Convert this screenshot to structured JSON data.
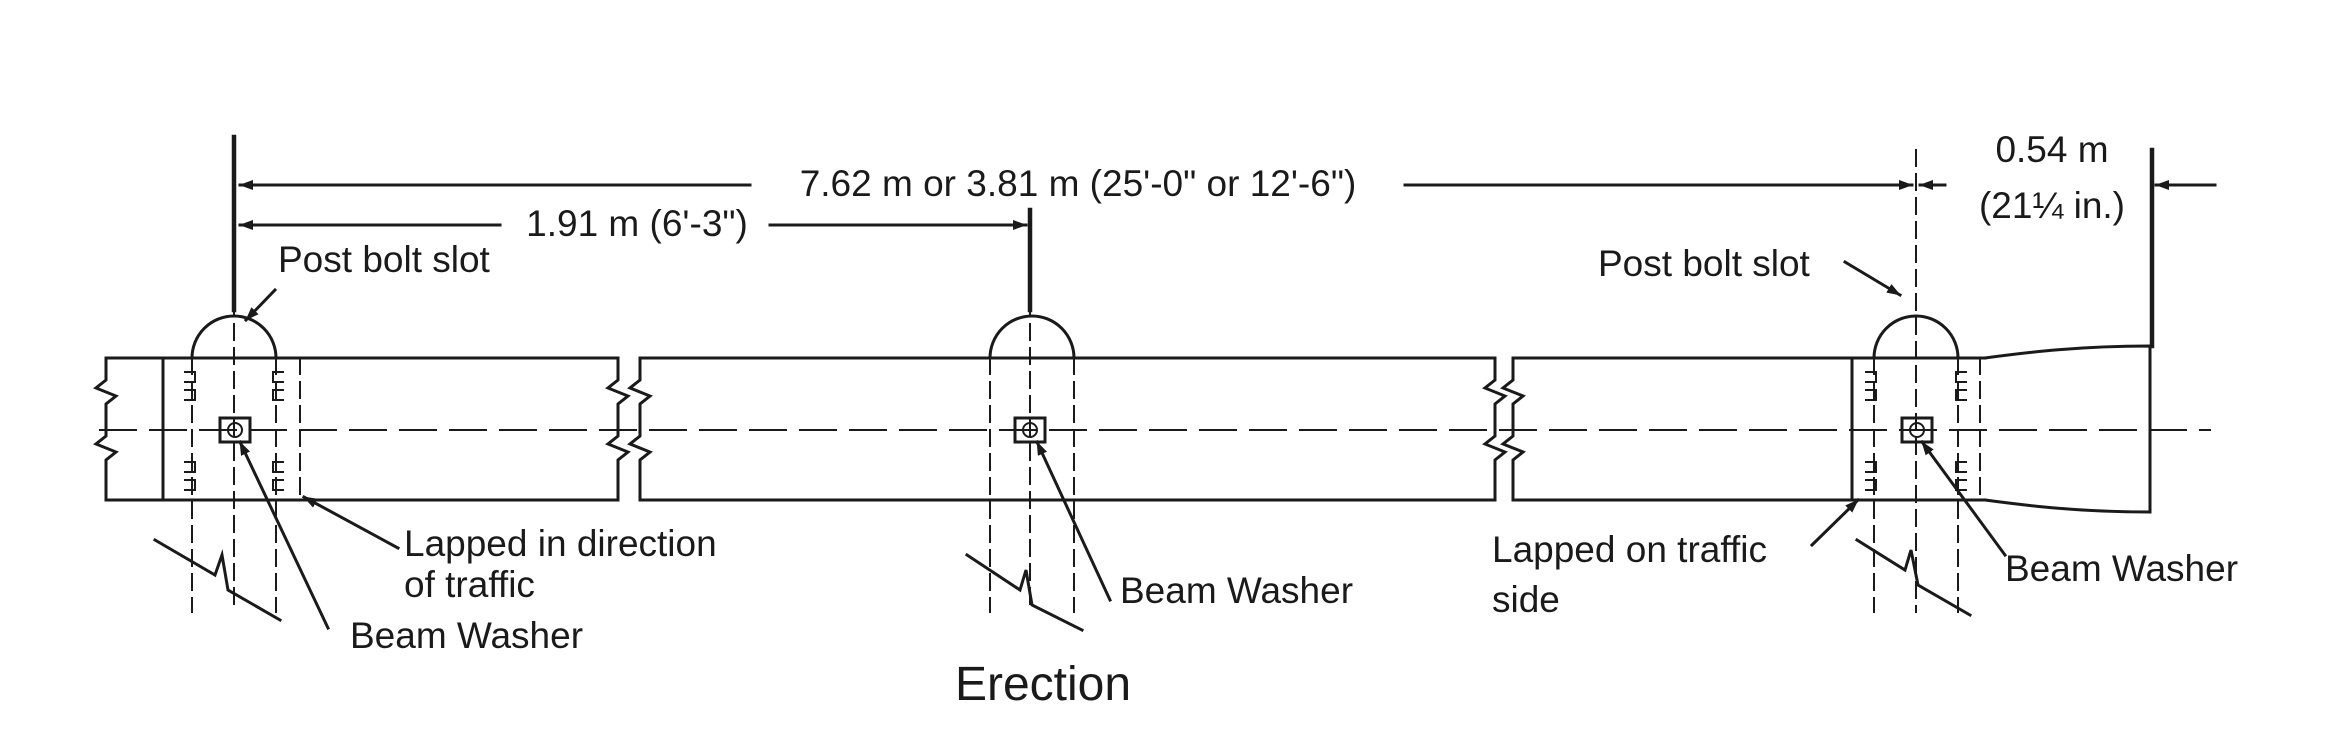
{
  "dimensions": {
    "overall": "7.62 m or 3.81 m (25'-0\" or 12'-6\")",
    "half": "1.91 m (6'-3\")",
    "end_metric": "0.54 m",
    "end_imperial": "(21¼  in.)"
  },
  "labels": {
    "post_bolt_slot_left": "Post bolt slot",
    "post_bolt_slot_right": "Post bolt slot",
    "lapped_direction_line1": "Lapped in direction",
    "lapped_direction_line2": "of traffic",
    "beam_washer_left": "Beam Washer",
    "beam_washer_middle": "Beam Washer",
    "beam_washer_right": "Beam Washer",
    "lapped_traffic_line1": "Lapped on traffic",
    "lapped_traffic_line2": "side"
  },
  "caption": "Erection",
  "icons": [
    "break-line-symbol",
    "dimension-arrow",
    "leader-arrow"
  ]
}
